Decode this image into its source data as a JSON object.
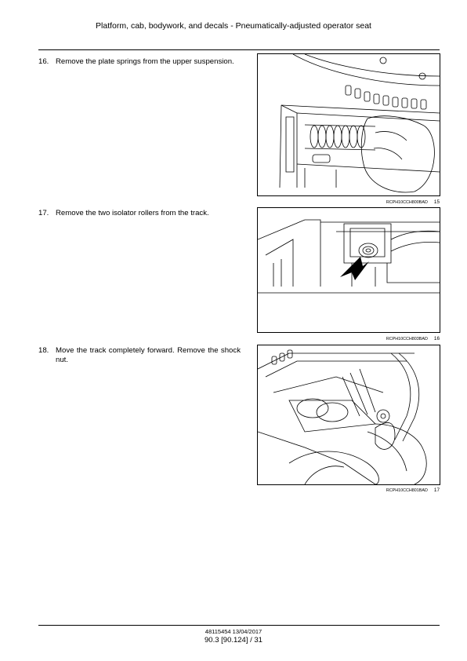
{
  "header": {
    "title": "Platform, cab, bodywork, and decals - Pneumatically-adjusted operator seat"
  },
  "steps": [
    {
      "number": "16.",
      "text": "Remove the plate springs from the upper suspension.",
      "figure_code": "RCPH10CCH800BAD",
      "figure_number": "15"
    },
    {
      "number": "17.",
      "text": "Remove the two isolator rollers from the track.",
      "figure_code": "RCPH10CCH803BAD",
      "figure_number": "16"
    },
    {
      "number": "18.",
      "text": "Move the track completely forward.  Remove the shock nut.",
      "figure_code": "RCPH10CCH801BAD",
      "figure_number": "17"
    }
  ],
  "footer": {
    "doc_ref": "48115454 13/04/2017",
    "page_ref": "90.3 [90.124] / 31"
  }
}
